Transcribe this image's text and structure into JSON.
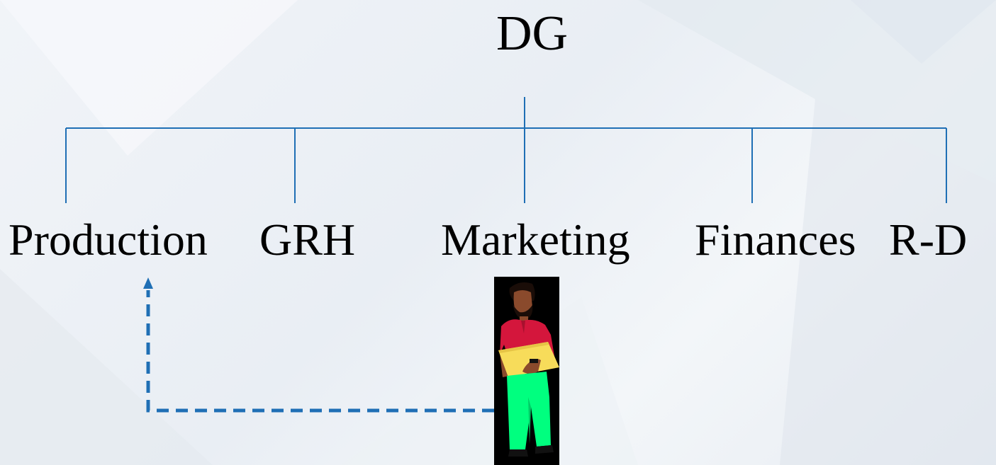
{
  "org_chart": {
    "root": "DG",
    "departments": [
      {
        "id": "production",
        "label": "Production"
      },
      {
        "id": "grh",
        "label": "GRH"
      },
      {
        "id": "marketing",
        "label": "Marketing"
      },
      {
        "id": "finances",
        "label": "Finances"
      },
      {
        "id": "rd",
        "label": "R-D"
      }
    ],
    "connector_color": "#1f6fb5",
    "arrow_color": "#1f6fb5",
    "relation": {
      "from": "marketing",
      "to": "production",
      "style": "dashed-arrow"
    }
  },
  "illustration": {
    "icon": "man-holding-folder-clipart",
    "colors": {
      "background": "#000000",
      "shirt": "#d4163c",
      "trousers": "#00ff7f",
      "folder": "#f7dc5a",
      "skin": "#8a4a2c"
    }
  }
}
